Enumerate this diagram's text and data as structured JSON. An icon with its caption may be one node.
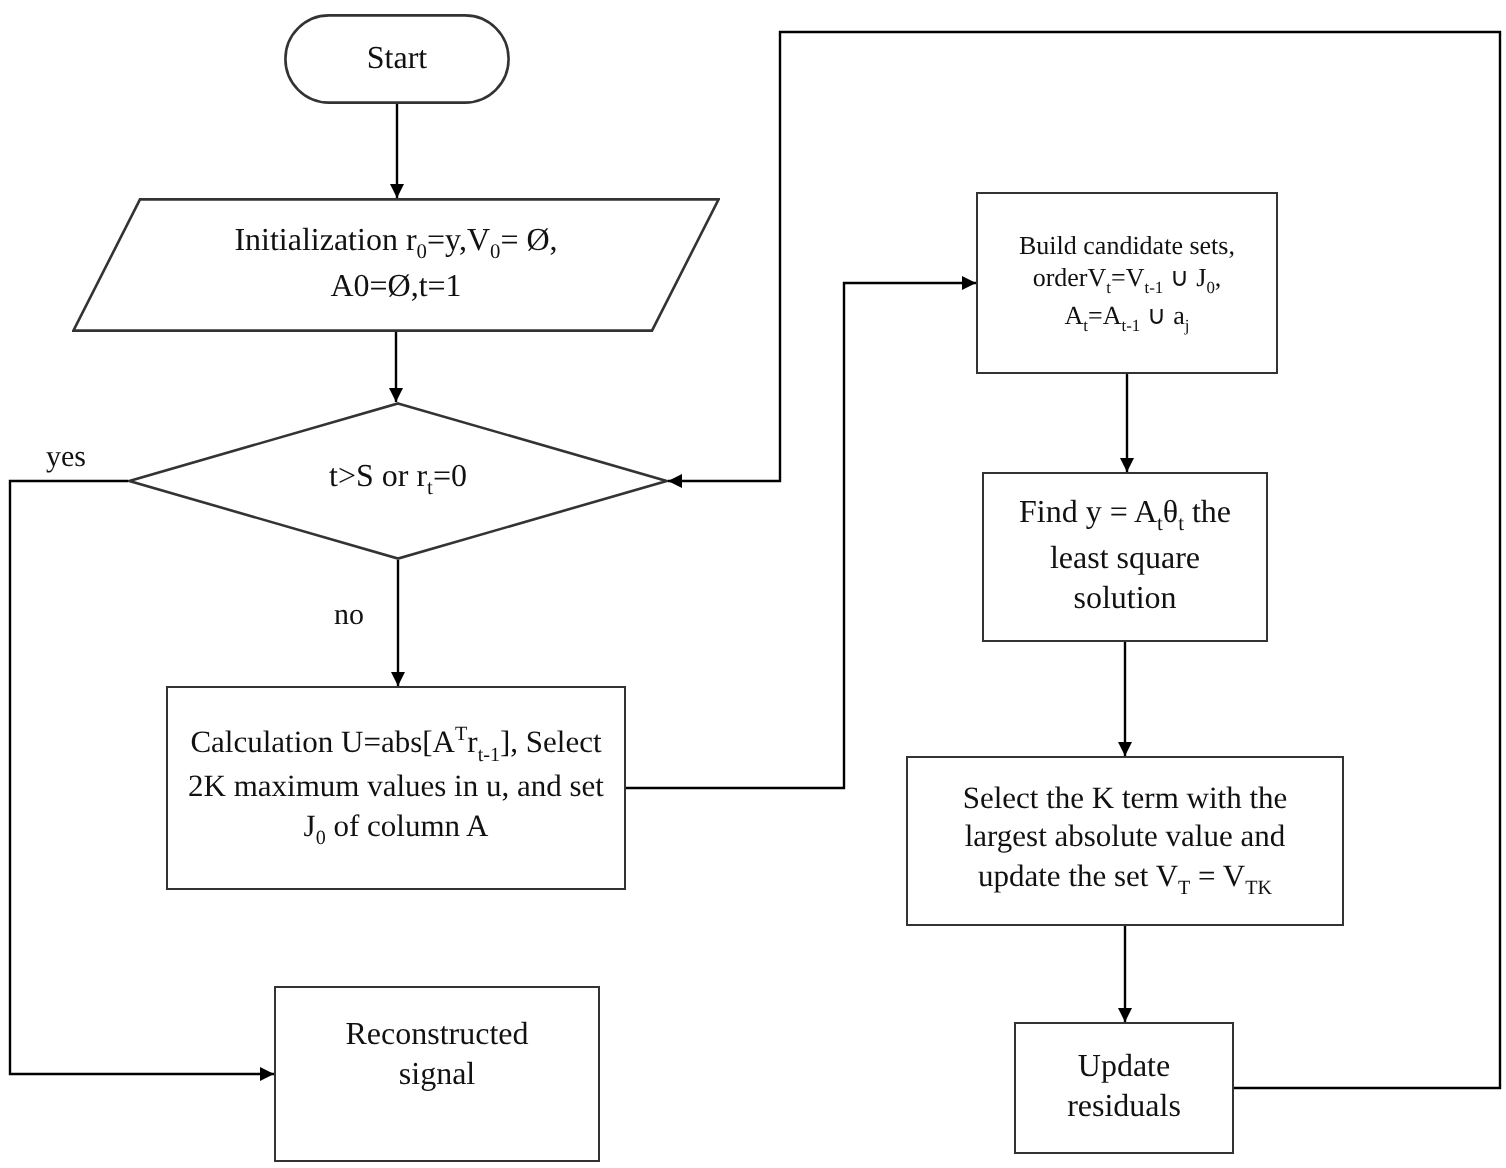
{
  "diagram": {
    "nodes": [
      {
        "text": [
          "Start"
        ]
      },
      {
        "text": [
          "Initialization r$_{0}$=y,V$_{0}$= Ø, A0=Ø,t=1"
        ]
      },
      {
        "text": [
          "t>S or r$_{t}$=0"
        ]
      },
      {
        "text": [
          "Calculation U=abs[A$^{T}$r$_{t-1}$], Select 2K maximum values in u, and set J$_{0}$ of column A"
        ]
      },
      {
        "text": [
          "Reconstructed signal"
        ]
      },
      {
        "text": [
          "Build candidate sets, orderV$_{t}$=V$_{t-1}$ ∪ J$_{0}$, A$_{t}$=A$_{t-1}$ ∪ a$_{j}$"
        ]
      },
      {
        "text": [
          "Find y = A$_{t}$θ$_{t}$ the least square solution"
        ]
      },
      {
        "text": [
          "Select the K term with the largest absolute value and update the set V$_{T}$ = V$_{TK}$"
        ]
      },
      {
        "text": [
          "Update residuals"
        ]
      }
    ],
    "edges": [
      {
        "from": 0,
        "to": 1,
        "arrow": "to"
      },
      {
        "from": 1,
        "to": 2,
        "arrow": "to"
      },
      {
        "from": 2,
        "to": 4,
        "arrow": "to",
        "label": "yes"
      },
      {
        "from": 2,
        "to": 3,
        "arrow": "to",
        "label": "no"
      },
      {
        "from": 3,
        "to": 5,
        "arrow": "to"
      },
      {
        "from": 5,
        "to": 6,
        "arrow": "to"
      },
      {
        "from": 6,
        "to": 7,
        "arrow": "to"
      },
      {
        "from": 7,
        "to": 8,
        "arrow": "to"
      },
      {
        "from": 8,
        "to": 2,
        "arrow": "to"
      }
    ]
  }
}
